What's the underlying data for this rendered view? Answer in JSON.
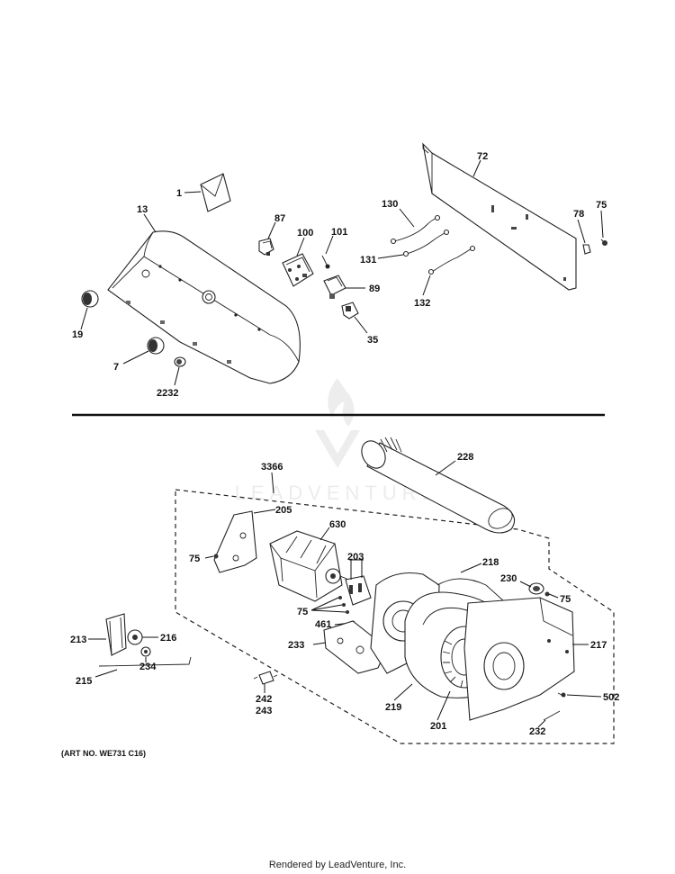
{
  "labels": {
    "p1": "1",
    "p13": "13",
    "p19": "19",
    "p7": "7",
    "p2232": "2232",
    "p87": "87",
    "p100": "100",
    "p101": "101",
    "p89": "89",
    "p35": "35",
    "p130": "130",
    "p131": "131",
    "p132": "132",
    "p72": "72",
    "p78": "78",
    "p75a": "75",
    "p228": "228",
    "p3366": "3366",
    "p205": "205",
    "p630": "630",
    "p75b": "75",
    "p203": "203",
    "p218": "218",
    "p230": "230",
    "p75c": "75",
    "p75d": "75",
    "p461": "461",
    "p233": "233",
    "p217": "217",
    "p213": "213",
    "p216": "216",
    "p234": "234",
    "p215": "215",
    "p242": "242",
    "p243": "243",
    "p502": "502",
    "p219": "219",
    "p201": "201",
    "p232": "232"
  },
  "caption": "(ART NO. WE731 C16)",
  "footer": "Rendered by LeadVenture, Inc.",
  "watermark": "LEADVENTURE"
}
